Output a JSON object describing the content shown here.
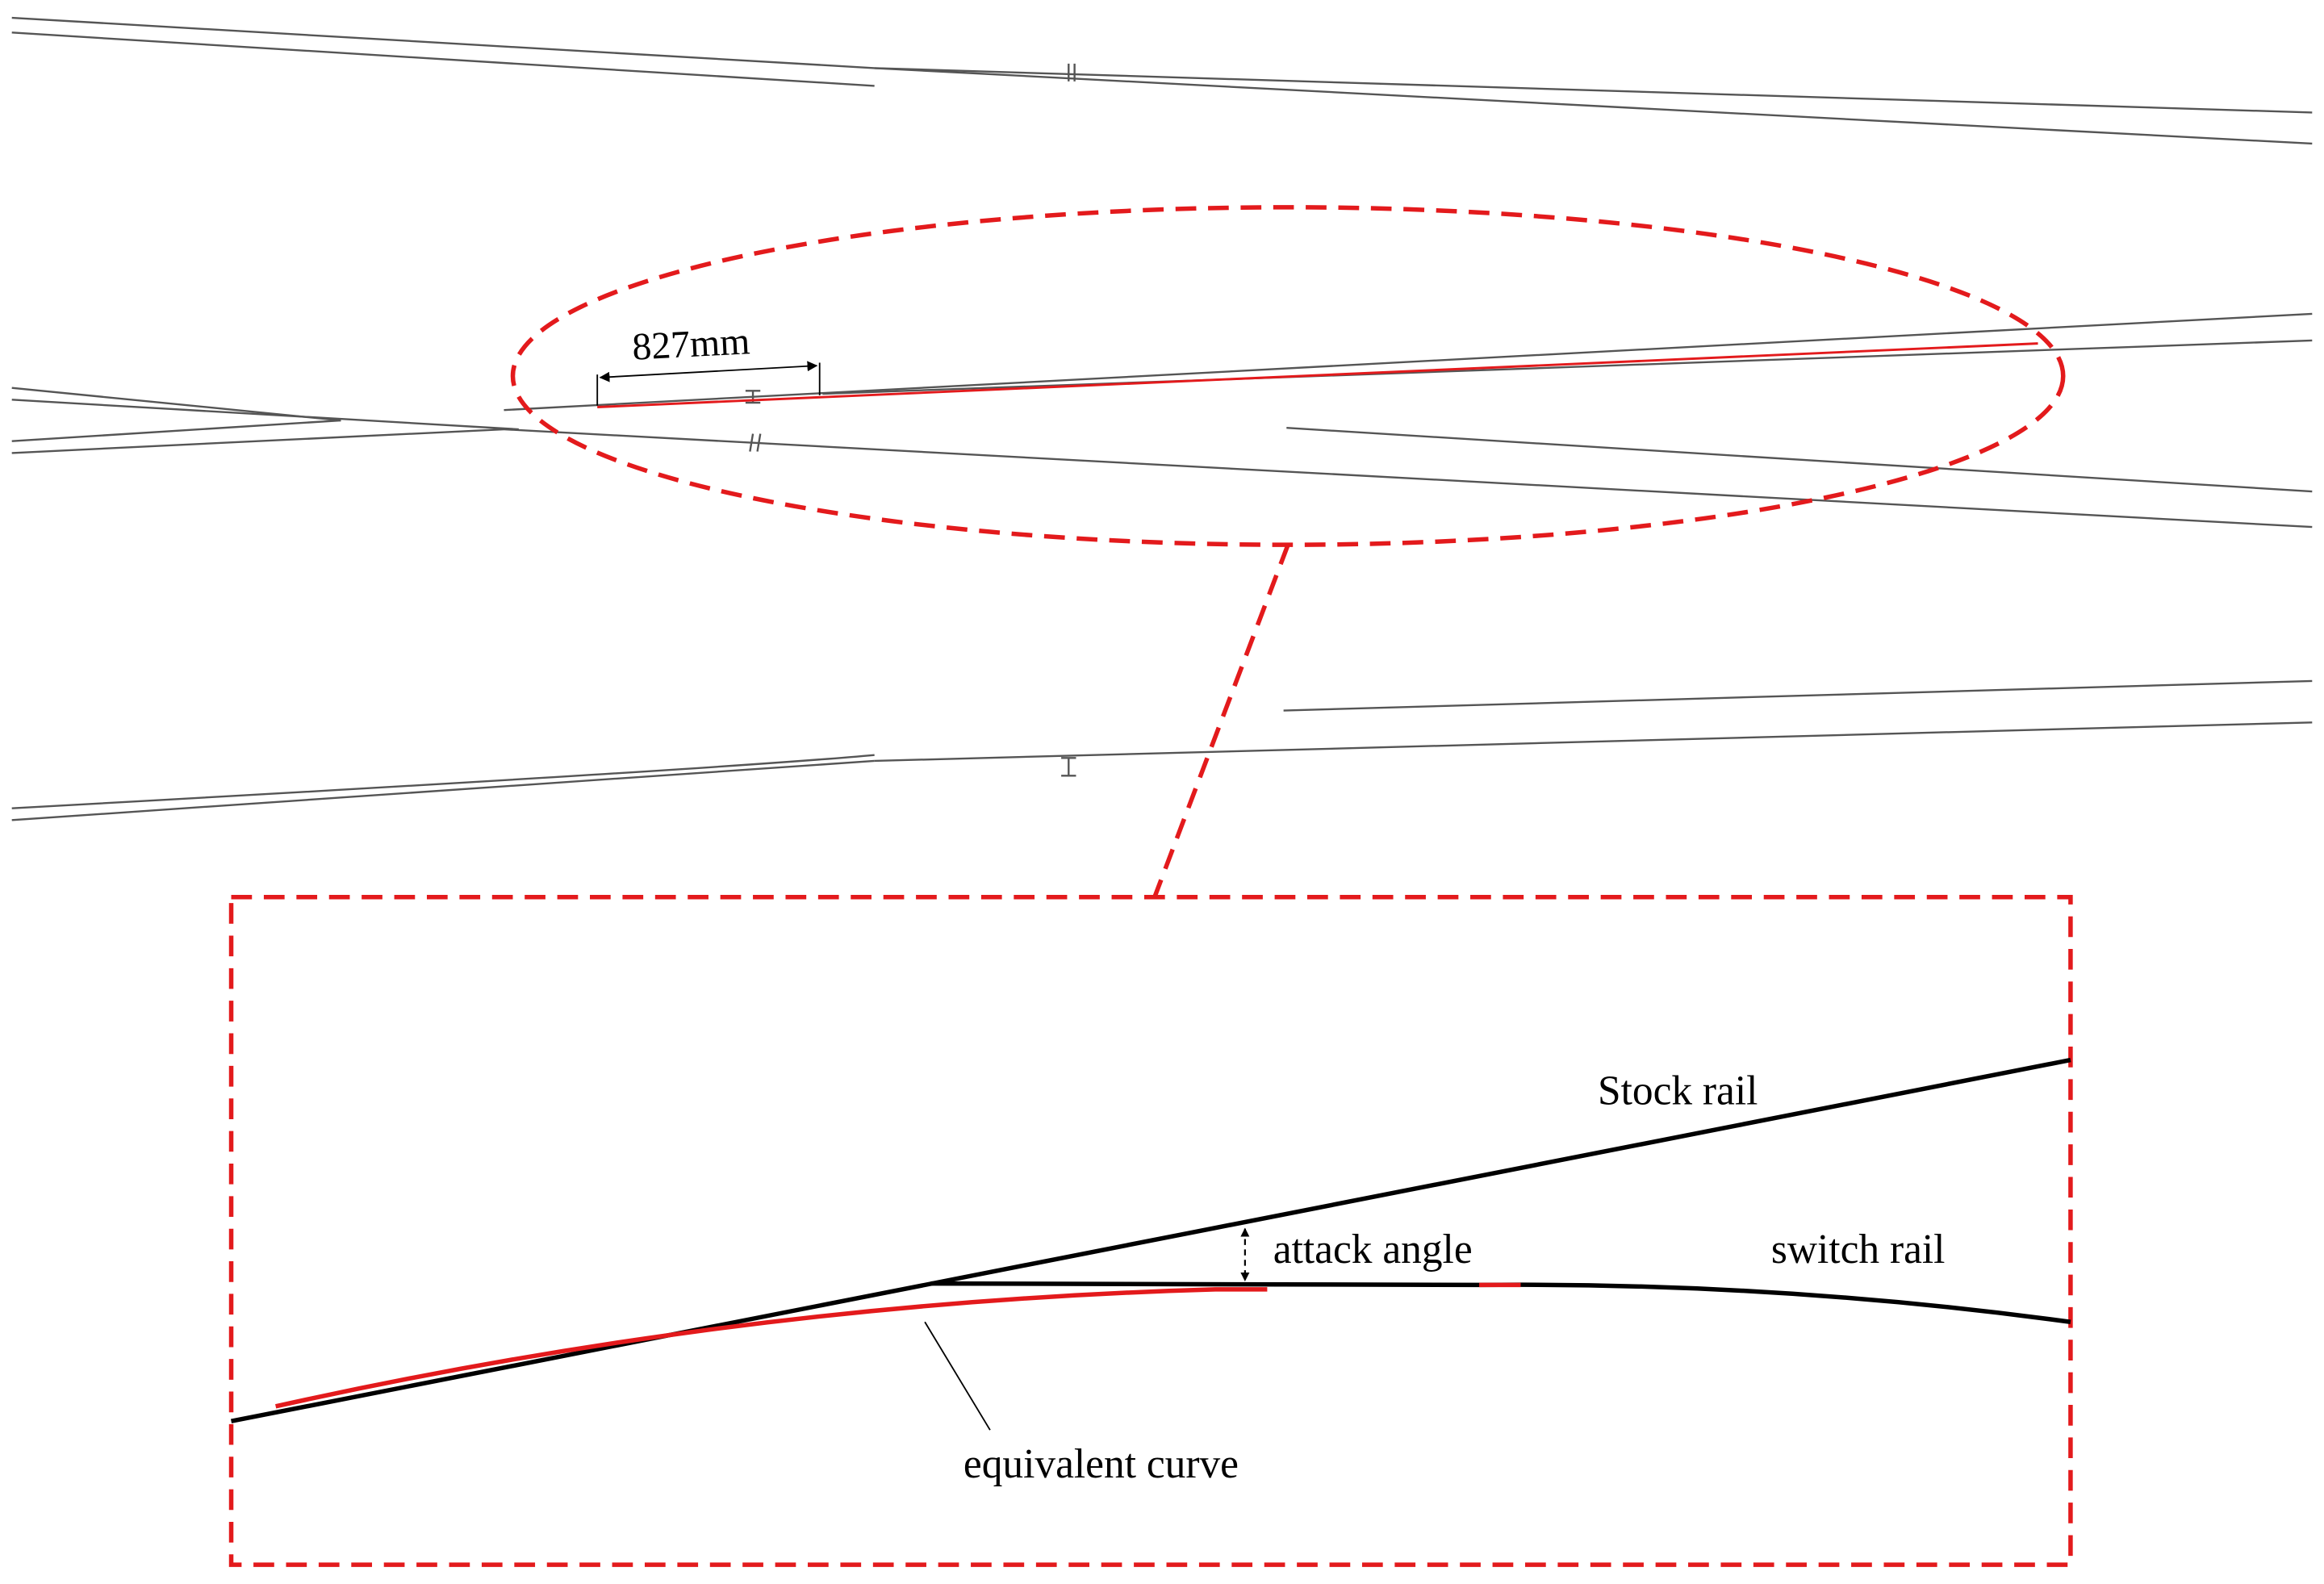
{
  "labels": {
    "dimension": "827mm",
    "stock_rail": "Stock rail",
    "switch_rail": "switch rail",
    "attack_angle": "attack angle",
    "equivalent_curve": "equivalent curve"
  },
  "colors": {
    "rail_line": "#555555",
    "outline": "#000000",
    "highlight": "#e31a1c"
  }
}
